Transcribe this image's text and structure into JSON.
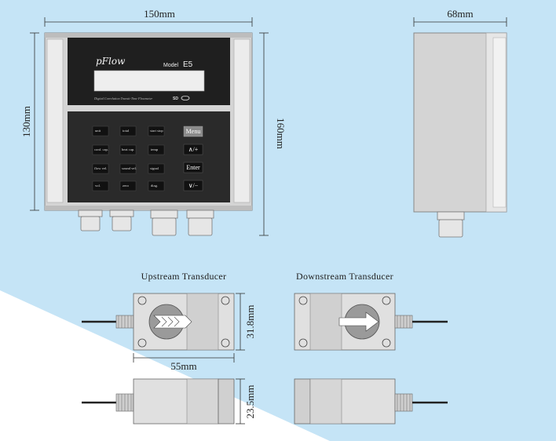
{
  "dimensions": {
    "meter_width": "150mm",
    "meter_height": "130mm",
    "meter_total_height": "160mm",
    "meter_depth": "68mm",
    "transducer_length": "55mm",
    "transducer_width": "31.8mm",
    "transducer_height": "23.5mm"
  },
  "meter": {
    "brand": "pFlow",
    "model_label": "Model",
    "model": "E5",
    "tagline": "Digital Correlation Transit-Time Flowmeter",
    "keys": [
      {
        "row": [
          "unit",
          "total",
          "start stop"
        ]
      },
      {
        "row": [
          "conf. cap.",
          "heat cap.",
          "temp"
        ]
      },
      {
        "row": [
          "flow vel.",
          "sound vel.",
          "signal"
        ]
      },
      {
        "row": [
          "vol.",
          "zero",
          "diag."
        ]
      }
    ],
    "function_keys": [
      "Menu",
      "∧/+",
      "Enter",
      "∨/−"
    ]
  },
  "captions": {
    "upstream": "Upstream Transducer",
    "downstream": "Downstream Transducer"
  },
  "colors": {
    "background_blue": "#c5e4f6",
    "background_white": "#ffffff",
    "housing": "#d4d4d4",
    "panel_dark": "#1f1f1f"
  }
}
